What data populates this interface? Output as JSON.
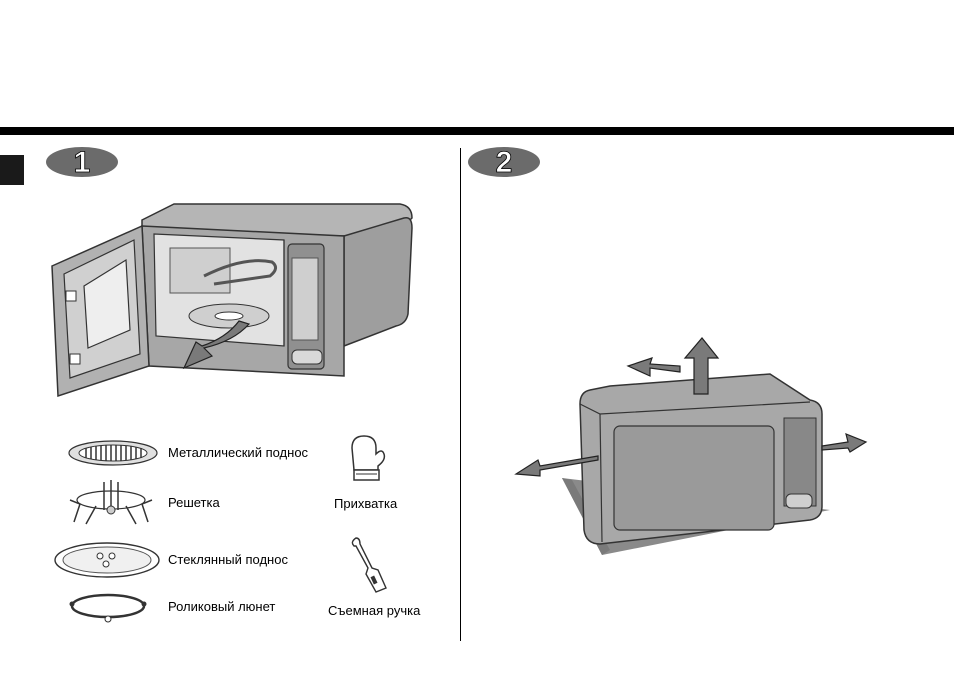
{
  "steps": [
    {
      "number": "1"
    },
    {
      "number": "2"
    }
  ],
  "accessories": {
    "metal_tray": "Металлический поднос",
    "rack": "Решетка",
    "glass_tray": "Стеклянный поднос",
    "roller_ring": "Роликовый люнет",
    "oven_mitt": "Прихватка",
    "removable_handle": "Съемная ручка"
  },
  "colors": {
    "badge": "#6b6b6b",
    "appliance": "#a9a9a9",
    "shadow": "#8a8a8a",
    "rule": "#000000"
  }
}
